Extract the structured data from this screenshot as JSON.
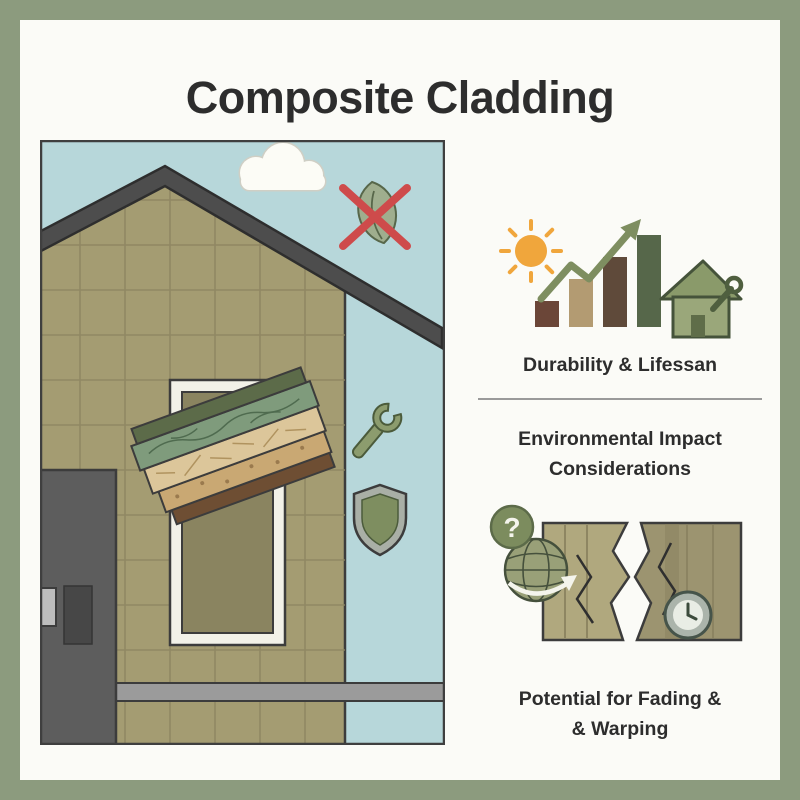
{
  "title": "Composite Cladding",
  "panels": {
    "durability": {
      "label": "Durability & Lifessan"
    },
    "environment": {
      "line1": "Environmental Impact",
      "line2": "Considerations"
    },
    "fading": {
      "line1": "Potential for Fading &",
      "line2": "& Warping"
    }
  },
  "icons_text": {
    "question_mark": "?"
  },
  "icons": {
    "left_scene": [
      "cloud-icon",
      "leaf-icon",
      "red-x-icon",
      "wrench-icon",
      "shield-icon"
    ],
    "durability_row": [
      "sun-icon",
      "growth-bar-chart-icon",
      "growth-arrow-icon",
      "house-icon"
    ],
    "environment_row": [
      "question-mark-icon",
      "globe-recycle-icon",
      "cracked-cladding-icon",
      "clock-icon"
    ]
  },
  "colors": {
    "frame_border": "#8C9B7E",
    "background": "#FBFBF7",
    "sky": "#B7D7DA",
    "wall": "#A49C72",
    "roof": "#4D4D4D",
    "door": "#5D5D5D",
    "ground": "#9B9B9B",
    "red_x": "#CE4B4B",
    "sun": "#F0A63C",
    "olive_accent": "#7E8E60",
    "bar_colors": [
      "#6B4638",
      "#B39B72",
      "#5F4A3A",
      "#56674A"
    ],
    "text": "#2D2D2D"
  }
}
